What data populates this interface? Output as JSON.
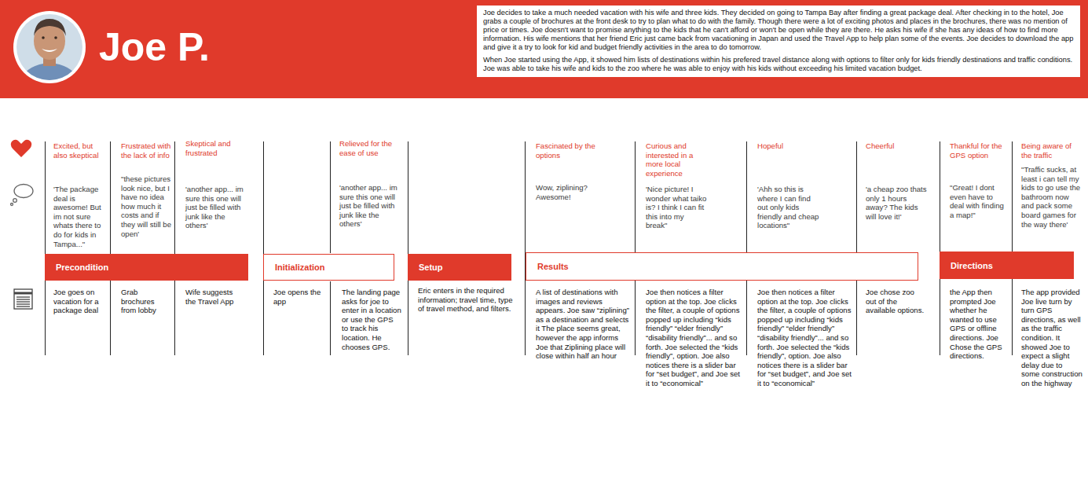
{
  "diagram": {
    "title": "Joe P.",
    "nodes": [
      {
        "text": [
          "Joe decides to take a much needed vacation with his wife and three kids. They decided on going to Tampa Bay after finding a great package deal. After checking in to the hotel, Joe grabs a couple of brochures at the front desk to try to plan what to do with the family. Though there were a lot of exciting photos and places in the brochures, there was no mention of price or times. Joe doesn't want to promise anything to the kids that he can't afford or won't be open while they are there. He asks his wife if she has any ideas of how to find more information. His wife mentions that her friend Eric just came back from vacationing in Japan and used the Travel App to help plan some of the events. Joe decides to download the app and give it a try to look for kid and budget friendly activities in the area to do tomorrow.",
          "When Joe started using the App, it showed him lists of destinations within his prefered travel distance along with options to filter only for kids friendly destinations and traffic conditions. Joe was able to take his wife and kids to the zoo where he was able to enjoy with his kids without exceeding his limited vacation budget."
        ]
      },
      {
        "text": [
          "Precondition"
        ]
      },
      {
        "text": [
          "Initialization"
        ]
      },
      {
        "text": [
          "Setup"
        ]
      },
      {
        "text": [
          "Results"
        ]
      },
      {
        "text": [
          "Directions"
        ]
      }
    ],
    "labels": [
      "Excited, but also skeptical",
      "'The package deal is awesome! But im not sure whats there to do for kids in Tampa...\"",
      "Joe goes on vacation for a package deal",
      "Frustrated with the lack of info",
      "\"these pictures look nice, but I have no idea how much it costs and if they will still be open'",
      "Grab brochures from lobby",
      "Skeptical and frustrated",
      "'another app... im sure this one will just be filled with junk like the others'",
      "Wife suggests the Travel App",
      "Joe opens the app",
      "Relieved for the ease of use",
      "'another app... im sure this one will just be filled with junk like the others'",
      "The landing page asks for joe to enter in a location or use the GPS to track his location. He chooses GPS.",
      "Eric enters in the required information; travel time, type of travel method, and filters.",
      "Fascinated by the options",
      "Wow, ziplining? Awesome!",
      "A list of destinations with images and reviews appears. Joe saw “ziplining” as a destination and selects it The place seems great, however the app informs Joe that Ziplining place will close within half an hour",
      "Curious and interested in a more local experience",
      "'Nice picture! I wonder what taiko is? I think I can fit this into my break\"",
      "Joe then notices a filter option at the top. Joe clicks the filter, a couple of options popped up including “kids friendly” “elder friendly” “disability friendly”... and so forth. Joe selected the “kids friendly”, option. Joe also notices there is a slider bar for “set budget”, and Joe set it to “economical”",
      "Hopeful",
      "'Ahh so this is where I can find out only kids friendly and cheap locations\"",
      "Joe then notices a filter option at the top. Joe clicks the filter, a couple of options popped up including “kids friendly” “elder friendly” “disability friendly”... and so forth. Joe selected the “kids friendly”, option. Joe also notices there is a slider bar for “set budget”, and Joe set it to “economical”",
      "Cheerful",
      "'a cheap zoo thats only 1 hours away? The kids will love it!'",
      "Joe chose zoo out of the available options.",
      "Thankful for the GPS option",
      "\"Great! I dont even have to deal with finding a map!\"",
      "the App then prompted Joe whether he wanted to use GPS or offline directions. Joe Chose the GPS directions.",
      "Being aware of the traffic",
      "\"Traffic sucks, at least i can tell my kids to go use the bathroom now and pack some board games for the way there'",
      "The app provided Joe live turn by turn GPS directions, as well as the traffic condition. It showed Joe to expect a slight delay due to some construction on the highway"
    ]
  }
}
